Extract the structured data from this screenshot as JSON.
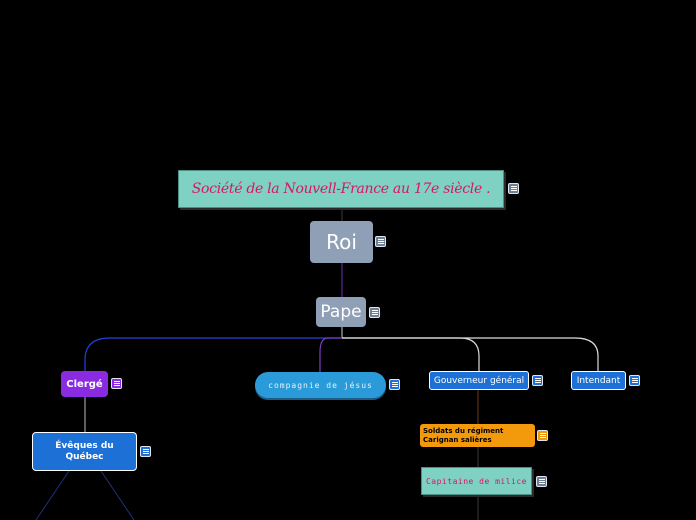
{
  "central_topic": "Société de la Nouvell-France au 17e siècle .",
  "nodes": {
    "roi": "Roi",
    "pape": "Pape",
    "clerge": "Clergé",
    "compagnie": "compagnie de jésus",
    "gouverneur": "Gouverneur général",
    "intendant": "Intendant",
    "eveques": "Évêques du Québec",
    "soldats": "Soldats du régiment Carignan salières",
    "capitaine": "Capitaine de milice"
  },
  "colors": {
    "background": "#000000",
    "central_fill": "#7fd1c3",
    "central_text": "#d8156a",
    "gray_node": "#8fa0b6",
    "purple_node": "#8a2be2",
    "blue_node": "#1d71d6",
    "pill_node": "#2a9bd8",
    "orange_node": "#f29a0c"
  },
  "icons": [
    "notes-icon"
  ]
}
